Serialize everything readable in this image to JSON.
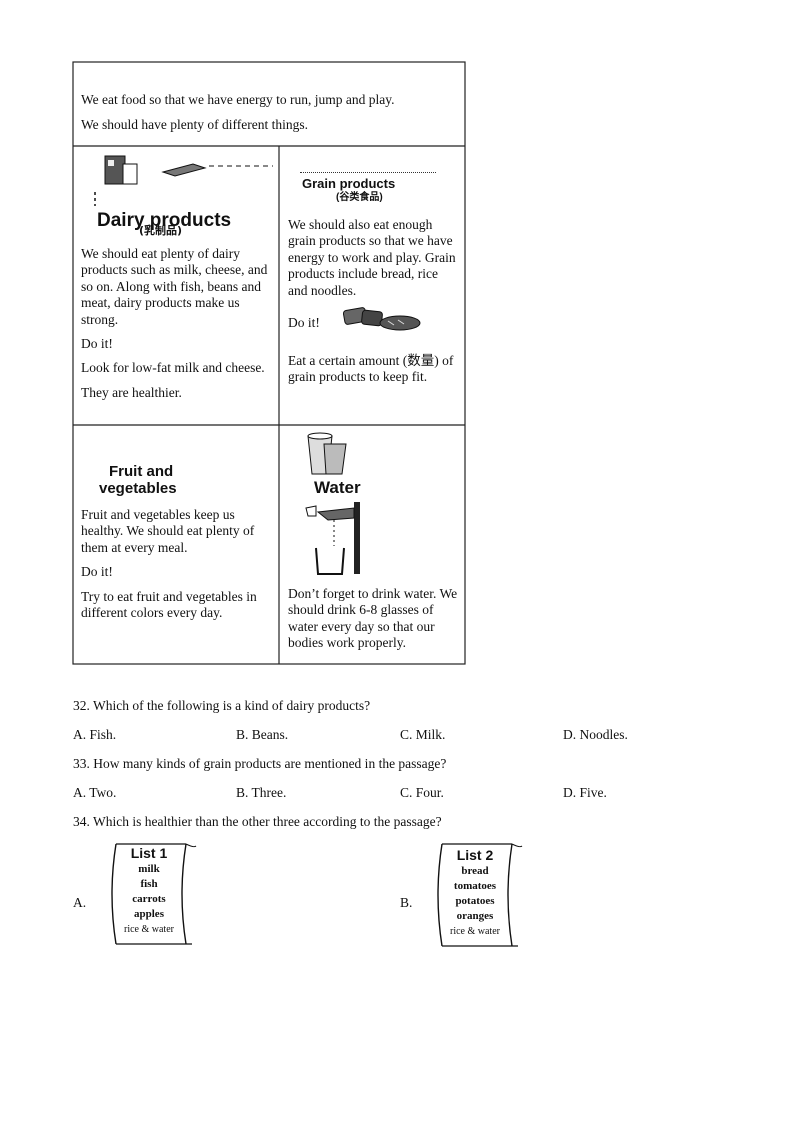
{
  "intro": {
    "line1": "We eat food so that we have energy to run, jump and play.",
    "line2": "We should have plenty of different things."
  },
  "dairy": {
    "heading": "Dairy products",
    "heading_cn": "(乳制品)",
    "p1": "We should eat plenty of dairy products such as milk, cheese, and so on. Along with fish, beans and meat, dairy products make us strong.",
    "p2": "Do it!",
    "p3": "Look for low-fat milk and cheese.",
    "p4": "They are healthier."
  },
  "grain": {
    "heading": "Grain products",
    "heading_cn": "(谷类食品)",
    "p1": "We should also eat enough grain products so that we have energy to work and play. Grain products include bread, rice and noodles.",
    "p2": "Do it!",
    "p3": "Eat a certain amount (数量) of grain products to keep fit."
  },
  "fruit": {
    "heading_line1": "Fruit and",
    "heading_line2": "vegetables",
    "p1": "Fruit and vegetables keep us healthy. We should eat plenty of them at every meal.",
    "p2": "Do it!",
    "p3": "Try to eat fruit and vegetables in different colors every day."
  },
  "water": {
    "heading": "Water",
    "p1": "Don’t forget to drink water. We should drink 6-8 glasses of water every day so that our bodies work properly."
  },
  "q32": {
    "text": "32.  Which of the following is a kind of dairy products?",
    "a": "A.  Fish.",
    "b": "B.  Beans.",
    "c": "C.  Milk.",
    "d": "D.  Noodles."
  },
  "q33": {
    "text": "33.  How many kinds of grain products are mentioned in the passage?",
    "a": "A.  Two.",
    "b": "B.  Three.",
    "c": "C.  Four.",
    "d": "D.  Five."
  },
  "q34": {
    "text": "34.  Which is healthier than the other three according to the passage?",
    "a_label": "A.",
    "b_label": "B.",
    "list1": {
      "title": "List 1",
      "items": [
        "milk",
        "fish",
        "carrots",
        "apples",
        "rice & water"
      ]
    },
    "list2": {
      "title": "List 2",
      "items": [
        "bread",
        "tomatoes",
        "potatoes",
        "oranges",
        "rice & water"
      ]
    }
  }
}
